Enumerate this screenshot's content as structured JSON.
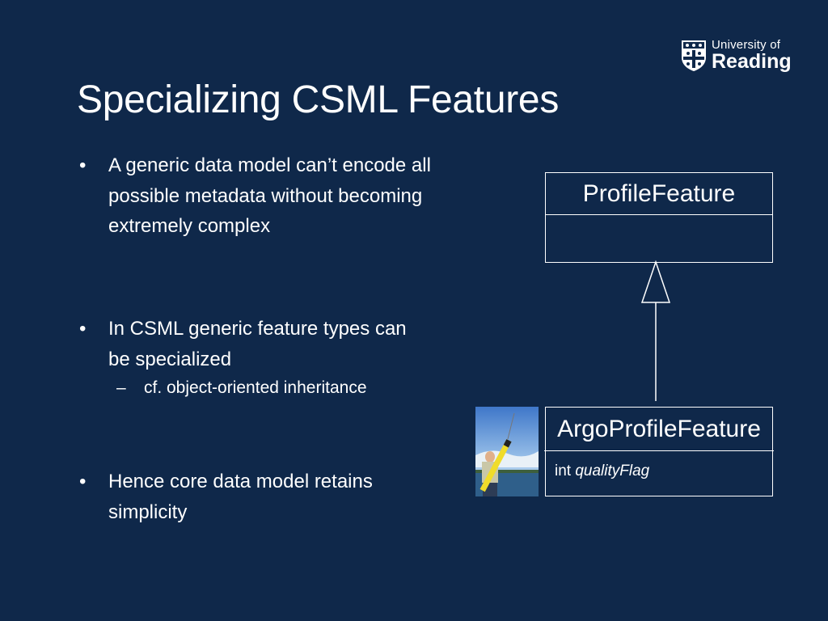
{
  "logo": {
    "line1": "University of",
    "line2": "Reading",
    "icon": "university-shield-icon"
  },
  "title": "Specializing CSML Features",
  "bullets": [
    {
      "marker": "•",
      "text": "A generic data model can’t encode all possible metadata without becoming extremely complex"
    },
    {
      "marker": "•",
      "text": "In CSML generic feature types can be specialized",
      "sub": {
        "marker": "–",
        "text": "cf. object-oriented inheritance"
      }
    },
    {
      "marker": "•",
      "text": "Hence core data model retains simplicity"
    }
  ],
  "diagram": {
    "parent": {
      "name": "ProfileFeature"
    },
    "child": {
      "name": "ArgoProfileFeature",
      "attr_type": "int",
      "attr_name": "qualityFlag"
    }
  },
  "photo": {
    "icon": "argo-float-photo"
  },
  "colors": {
    "background": "#0f284a",
    "foreground": "#ffffff"
  }
}
